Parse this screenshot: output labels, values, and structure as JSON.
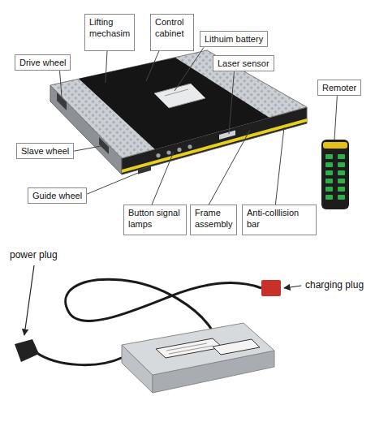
{
  "diagram": {
    "nodes": [
      {
        "text": [
          "Lifting mechasim"
        ]
      },
      {
        "text": [
          "Control cabinet"
        ]
      },
      {
        "text": [
          "Lithuim battery"
        ]
      },
      {
        "text": [
          "Drive wheel"
        ]
      },
      {
        "text": [
          "Laser sensor"
        ]
      },
      {
        "text": [
          "Remoter"
        ]
      },
      {
        "text": [
          "Slave wheel"
        ]
      },
      {
        "text": [
          "Guide wheel"
        ]
      },
      {
        "text": [
          "Button signal lamps"
        ]
      },
      {
        "text": [
          "Frame assembly"
        ]
      },
      {
        "text": [
          "Anti-colllision bar"
        ]
      }
    ],
    "labels": [
      "power plug",
      "charging plug"
    ]
  }
}
